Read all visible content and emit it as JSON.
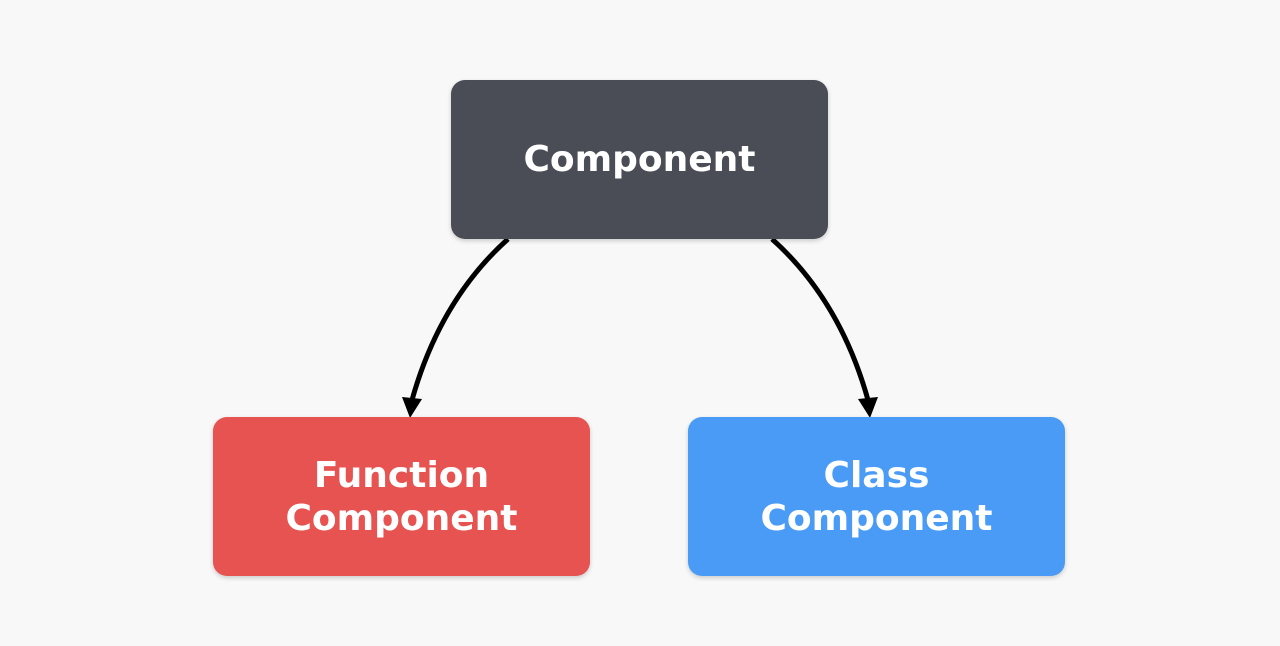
{
  "diagram": {
    "colors": {
      "background": "#f8f8f8",
      "root": "#4a4d55",
      "function": "#e65351",
      "class": "#4a9bf6",
      "arrow": "#000000",
      "text": "#ffffff"
    },
    "nodes": {
      "root": {
        "label": "Component"
      },
      "function": {
        "line1": "Function",
        "line2": "Component"
      },
      "class": {
        "line1": "Class",
        "line2": "Component"
      }
    },
    "edges": [
      {
        "from": "root",
        "to": "function"
      },
      {
        "from": "root",
        "to": "class"
      }
    ]
  }
}
